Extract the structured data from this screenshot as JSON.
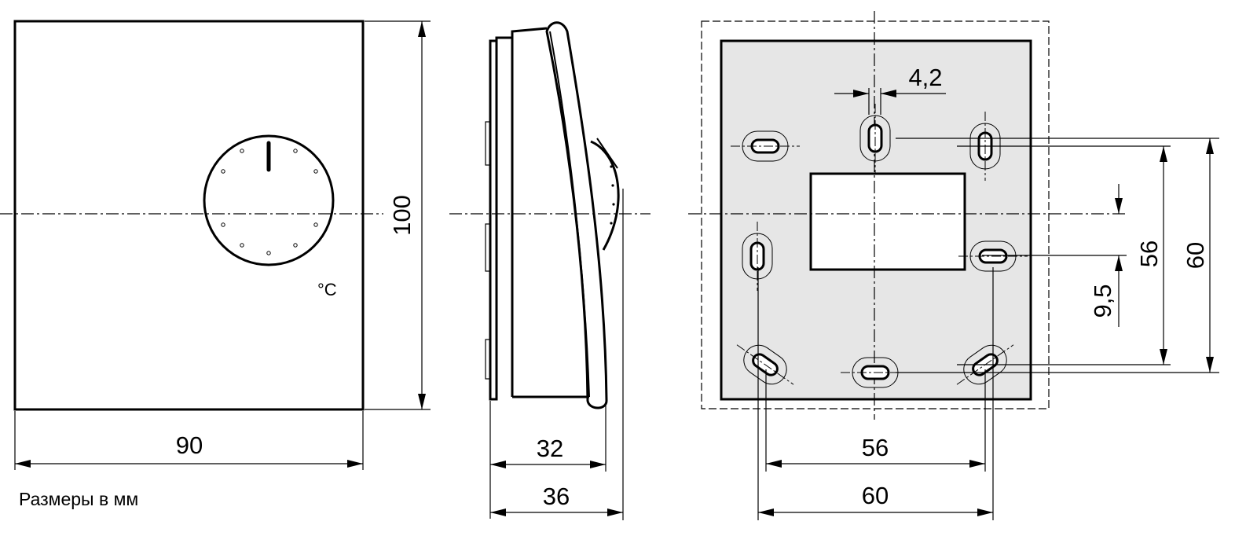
{
  "units_caption": "Размеры в мм",
  "front_view": {
    "width": "90",
    "height": "100",
    "scale_symbol": "°C"
  },
  "side_view": {
    "depth_inner": "32",
    "depth_total": "36"
  },
  "rear_view": {
    "slot_width": "4,2",
    "inner_spacing_h": "56",
    "outer_spacing_h": "60",
    "inner_spacing_v": "56",
    "outer_spacing_v": "60",
    "offset_v": "9,5"
  },
  "colors": {
    "line": "#000000",
    "rear_plate_fill": "#e6e6e6",
    "background": "#ffffff"
  }
}
